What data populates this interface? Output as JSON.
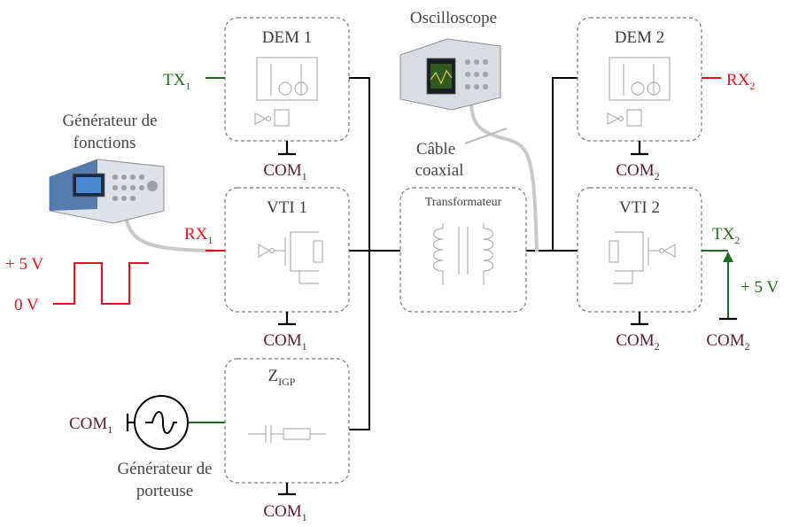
{
  "blocks": {
    "dem1": {
      "label": "DEM 1"
    },
    "dem2": {
      "label": "DEM 2"
    },
    "vti1": {
      "label": "VTI 1"
    },
    "vti2": {
      "label": "VTI 2"
    },
    "transfo": {
      "label": "Transformateur"
    },
    "zigp": {
      "label": "Z",
      "sub": "IGP"
    }
  },
  "ports": {
    "tx1": {
      "label": "TX",
      "sub": "1"
    },
    "rx1": {
      "label": "RX",
      "sub": "1"
    },
    "rx2": {
      "label": "RX",
      "sub": "2"
    },
    "tx2": {
      "label": "TX",
      "sub": "2"
    }
  },
  "com": {
    "c1": {
      "label": "COM",
      "sub": "1"
    },
    "c2": {
      "label": "COM",
      "sub": "2"
    }
  },
  "instruments": {
    "oscilloscope": "Oscilloscope",
    "fgen_line1": "Générateur de",
    "fgen_line2": "fonctions",
    "cable_line1": "Câble",
    "cable_line2": "coaxial",
    "carrier_line1": "Générateur de",
    "carrier_line2": "porteuse"
  },
  "signal": {
    "high": "+ 5 V",
    "low": "0 V",
    "supply": "+ 5 V"
  },
  "colors": {
    "green": "#1e6b1e",
    "red": "#e0141e",
    "com": "#5a1a37"
  }
}
